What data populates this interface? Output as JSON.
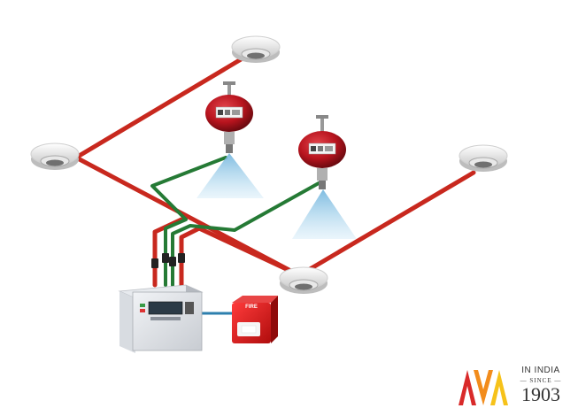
{
  "panel": {
    "display_text": ""
  },
  "sounder": {
    "label": "FIRE"
  },
  "brand": {
    "line1": "IN INDIA",
    "line2": "— SINCE —",
    "line3": "1903",
    "colors": {
      "red": "#d92a2a",
      "orange": "#f28c1c",
      "yellow": "#f6c21a"
    }
  },
  "colors": {
    "detection_cable": "#c8281e",
    "release_cable": "#257a35",
    "signal_cable": "#2d7fae",
    "extinguisher_body": "#b8141e",
    "spray": "#a9d6ee"
  }
}
